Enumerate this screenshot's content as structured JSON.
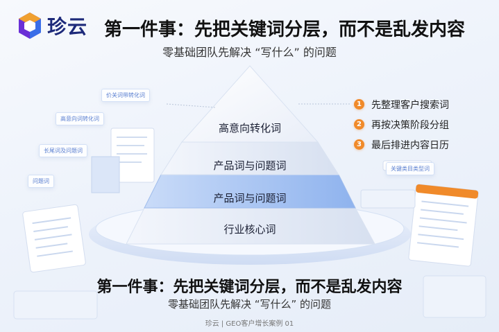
{
  "brand": {
    "name": "珍云"
  },
  "header": {
    "title": "第一件事：先把关键词分层，而不是乱发内容",
    "subtitle": "零基础团队先解决 “写什么” 的问题"
  },
  "pyramid": {
    "tiers": [
      {
        "label": "高意向转化词"
      },
      {
        "label": "产品词与问题词"
      },
      {
        "label": "产品词与问题词"
      },
      {
        "label": "行业核心词"
      }
    ]
  },
  "floating_tags": [
    {
      "text": "价关词带转化词"
    },
    {
      "text": "高意向词转化词"
    },
    {
      "text": "长尾词及问题词"
    },
    {
      "text": "问题词"
    },
    {
      "text": "关键类目类型词"
    }
  ],
  "steps": [
    {
      "num": "1",
      "label": "先整理客户搜索词"
    },
    {
      "num": "2",
      "label": "再按决策阶段分组"
    },
    {
      "num": "3",
      "label": "最后排进内容日历"
    }
  ],
  "bottom": {
    "title": "第一件事：先把关键词分层，而不是乱发内容",
    "subtitle": "零基础团队先解决 “写什么” 的问题"
  },
  "footer": {
    "text": "珍云 | GEO客户增长案例 01"
  },
  "colors": {
    "brand": "#1d2a7a",
    "accent": "#f08a2a",
    "highlight_tier": "#8fb3ee"
  }
}
